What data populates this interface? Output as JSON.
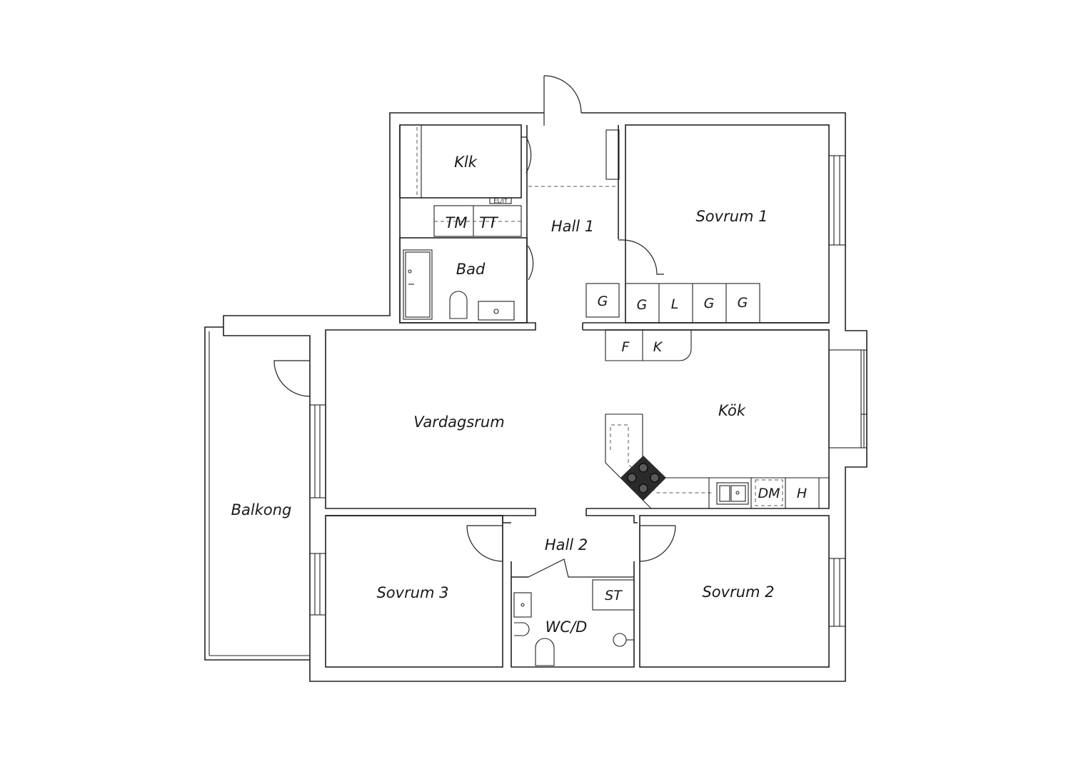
{
  "rooms": {
    "klk": "Klk",
    "hall1": "Hall 1",
    "sovrum1": "Sovrum 1",
    "bad": "Bad",
    "tm": "TM",
    "tt": "TT",
    "el_it": "EL/IT",
    "vardagsrum": "Vardagsrum",
    "kok": "Kök",
    "balkong": "Balkong",
    "hall2": "Hall 2",
    "sovrum3": "Sovrum 3",
    "sovrum2": "Sovrum 2",
    "wcd": "WC/D",
    "st": "ST"
  },
  "storage": {
    "g1": "G",
    "g2": "G",
    "l": "L",
    "g3": "G",
    "g4": "G",
    "f": "F",
    "k": "K"
  },
  "kitchen": {
    "dm": "DM",
    "h": "H"
  }
}
